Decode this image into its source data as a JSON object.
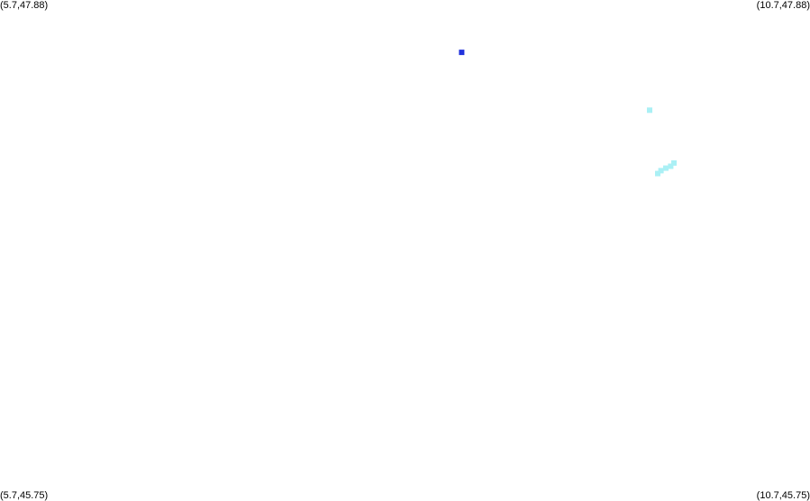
{
  "map": {
    "bounds": {
      "lon_min": 5.7,
      "lon_max": 10.7,
      "lat_min": 45.75,
      "lat_max": 47.88
    },
    "corner_labels": {
      "top_left": "(5.7,47.88)",
      "top_right": "(10.7,47.88)",
      "bottom_left": "(5.7,45.75)",
      "bottom_right": "(10.7,45.75)"
    },
    "markers": [
      {
        "lon": 8.55,
        "lat": 47.656,
        "color": "#2233dd"
      },
      {
        "lon": 9.71,
        "lat": 47.408,
        "color": "#aaf0f5"
      },
      {
        "lon": 9.76,
        "lat": 47.137,
        "color": "#aaf0f5"
      },
      {
        "lon": 9.78,
        "lat": 47.149,
        "color": "#aaf0f5"
      },
      {
        "lon": 9.81,
        "lat": 47.16,
        "color": "#aaf0f5"
      },
      {
        "lon": 9.84,
        "lat": 47.168,
        "color": "#aaf0f5"
      },
      {
        "lon": 9.86,
        "lat": 47.182,
        "color": "#aaf0f5"
      }
    ]
  }
}
